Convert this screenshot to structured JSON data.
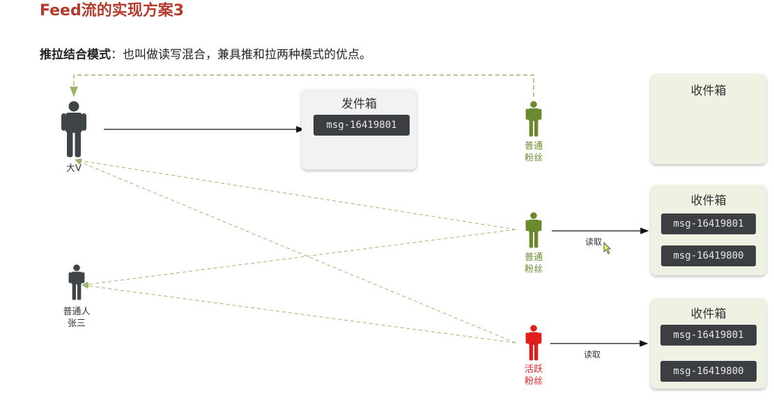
{
  "title": "Feed流的实现方案3",
  "subtitle": {
    "bold": "推拉结合模式",
    "rest": "：也叫做读写混合，兼具推和拉两种模式的优点。"
  },
  "outbox": {
    "title": "发件箱",
    "messages": [
      "msg-16419801"
    ]
  },
  "inboxes": [
    {
      "title": "收件箱",
      "messages": []
    },
    {
      "title": "收件箱",
      "messages": [
        "msg-16419801",
        "msg-16419800"
      ]
    },
    {
      "title": "收件箱",
      "messages": [
        "msg-16419801",
        "msg-16419800"
      ]
    }
  ],
  "people": {
    "bigv": {
      "label": "大V"
    },
    "normal": {
      "label_line1": "普通人",
      "label_line2": "张三"
    },
    "fan1": {
      "label_line1": "普通",
      "label_line2": "粉丝"
    },
    "fan2": {
      "label_line1": "普通",
      "label_line2": "粉丝"
    },
    "active": {
      "label_line1": "活跃",
      "label_line2": "粉丝"
    }
  },
  "read_label_1": "读取",
  "read_label_2": "读取",
  "colors": {
    "title": "#b43a2e",
    "bigv": "#3f4447",
    "normal": "#3f4447",
    "fan": "#6b8a2e",
    "active": "#e01e1e",
    "dashed_line": "#9bb56a"
  }
}
